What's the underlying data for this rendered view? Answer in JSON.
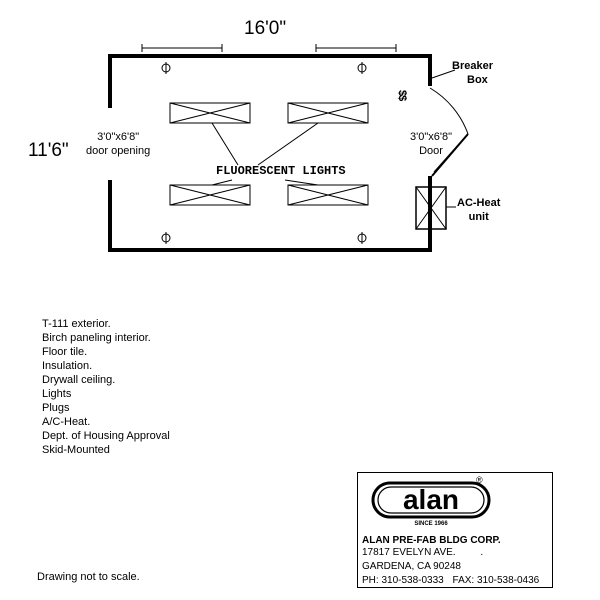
{
  "dimensions": {
    "width": "16'0\"",
    "height": "11'6\""
  },
  "labels": {
    "breaker_box_line1": "Breaker",
    "breaker_box_line2": "Box",
    "door_opening_line1": "3'0\"x6'8\"",
    "door_opening_line2": "door opening",
    "door_line1": "3'0\"x6'8\"",
    "door_line2": "Door",
    "lights": "FLUORESCENT LIGHTS",
    "ac_heat_line1": "AC-Heat",
    "ac_heat_line2": "unit",
    "breaker_symbol": "$$"
  },
  "specifications": [
    "T-111 exterior.",
    "Birch paneling interior.",
    "Floor tile.",
    "Insulation.",
    "Drywall ceiling.",
    "Lights",
    "Plugs",
    "A/C-Heat.",
    "Dept. of Housing Approval",
    "Skid-Mounted"
  ],
  "footer_note": "Drawing not to scale.",
  "company": {
    "logo_text": "alan",
    "logo_since": "SINCE 1966",
    "registered_mark": "®",
    "name": "ALAN PRE-FAB BLDG CORP.",
    "address1": "17817 EVELYN AVE.",
    "address1_suffix": ".",
    "address2": "GARDENA, CA 90248",
    "phone": "PH: 310-538-0333",
    "fax": "FAX: 310-538-0436"
  }
}
